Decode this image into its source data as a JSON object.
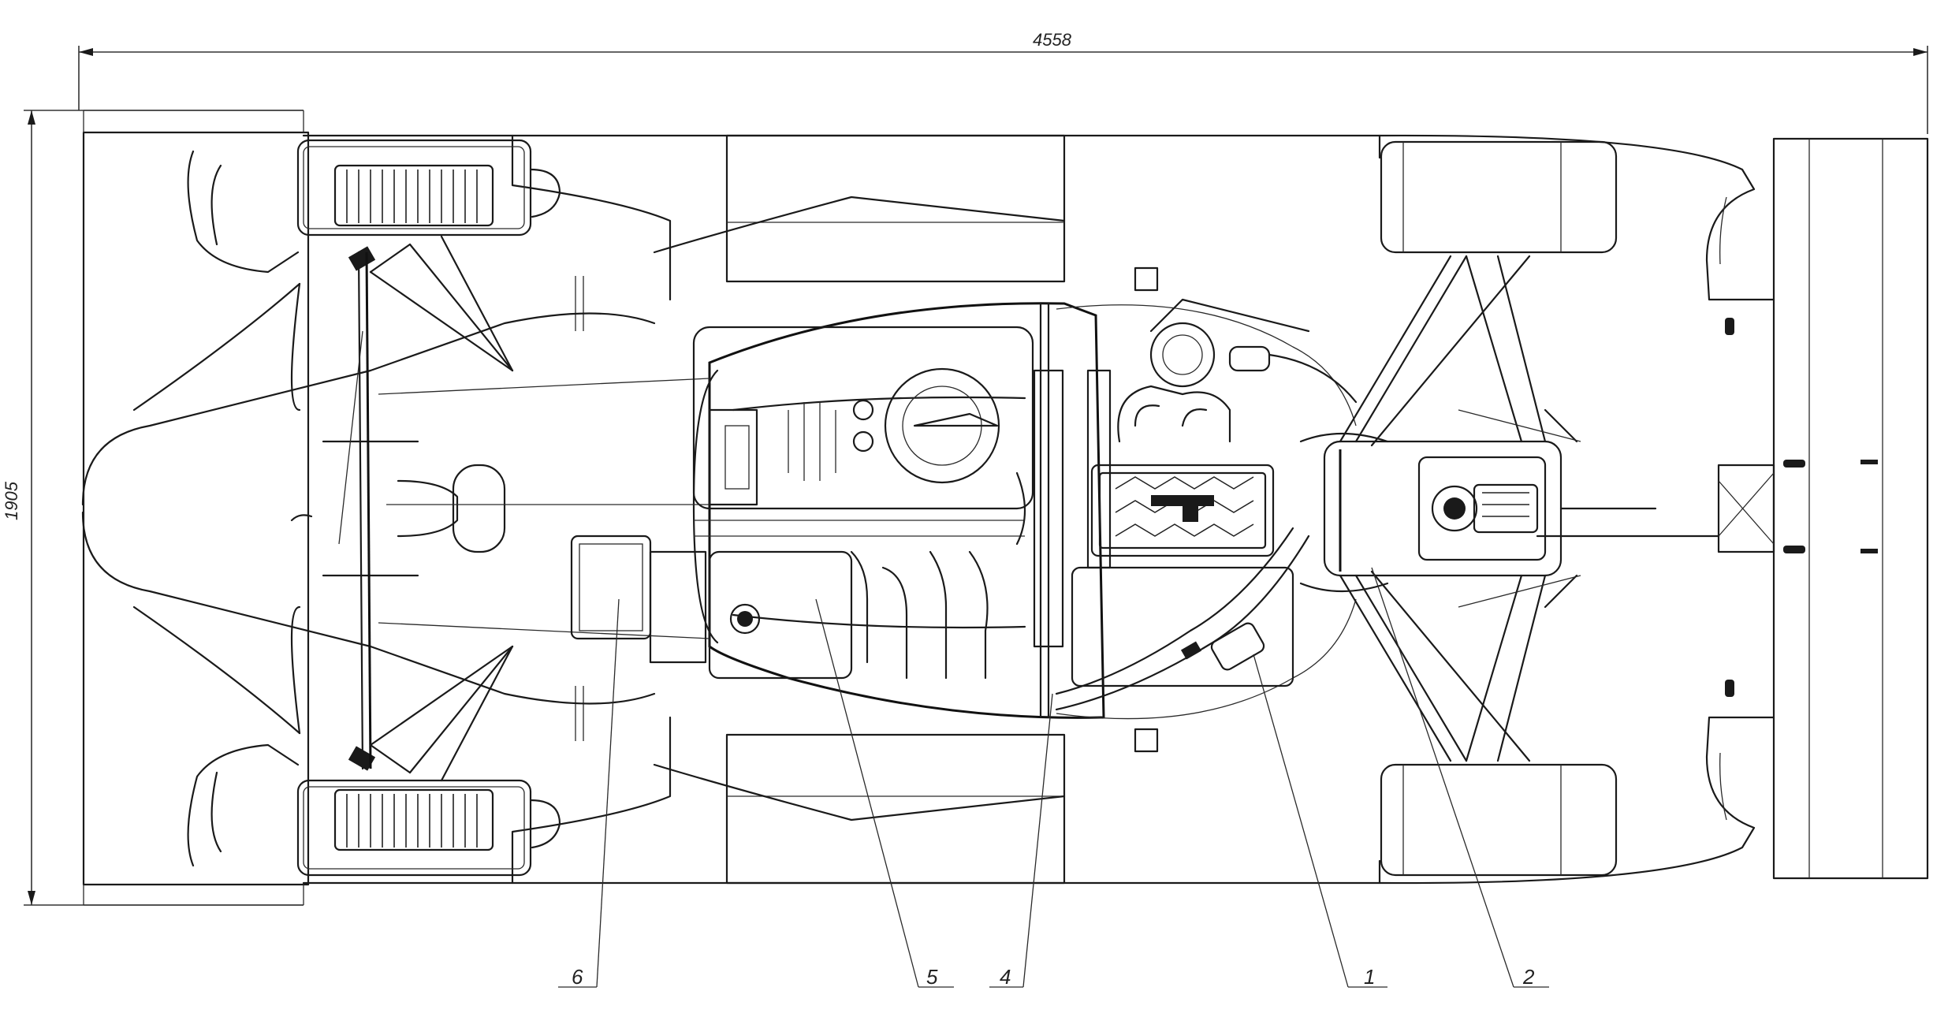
{
  "dimensions": {
    "overall_length": "4558",
    "overall_width": "1905"
  },
  "callouts": [
    {
      "id": "callout-6",
      "number": "6"
    },
    {
      "id": "callout-5",
      "number": "5"
    },
    {
      "id": "callout-4",
      "number": "4"
    },
    {
      "id": "callout-1",
      "number": "1"
    },
    {
      "id": "callout-2",
      "number": "2"
    }
  ],
  "colors": {
    "line": "#1a1a1a",
    "background": "#ffffff"
  }
}
